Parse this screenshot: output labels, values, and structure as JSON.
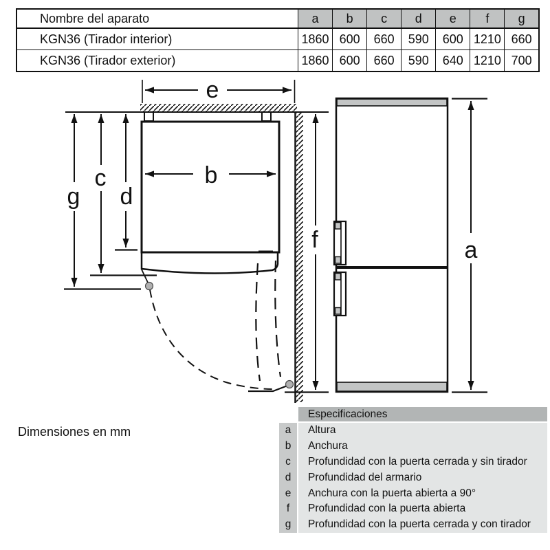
{
  "table": {
    "name_header": "Nombre del aparato",
    "dim_headers": [
      "a",
      "b",
      "c",
      "d",
      "e",
      "f",
      "g"
    ],
    "rows": [
      {
        "name": "KGN36 (Tirador interior)",
        "values": [
          "1860",
          "600",
          "660",
          "590",
          "600",
          "1210",
          "660"
        ]
      },
      {
        "name": "KGN36 (Tirador exterior)",
        "values": [
          "1860",
          "600",
          "660",
          "590",
          "640",
          "1210",
          "700"
        ]
      }
    ]
  },
  "diagram": {
    "labels": {
      "a": "a",
      "b": "b",
      "c": "c",
      "d": "d",
      "e": "e",
      "f": "f",
      "g": "g"
    }
  },
  "footnote": "Dimensiones en mm",
  "legend": {
    "header": "Especificaciones",
    "items": [
      {
        "key": "a",
        "text": "Altura"
      },
      {
        "key": "b",
        "text": "Anchura"
      },
      {
        "key": "c",
        "text": "Profundidad con la puerta cerrada y sin tirador"
      },
      {
        "key": "d",
        "text": "Profundidad del armario"
      },
      {
        "key": "e",
        "text": "Anchura con la puerta abierta a 90°"
      },
      {
        "key": "f",
        "text": "Profundidad con la puerta abierta"
      },
      {
        "key": "g",
        "text": "Profundidad con la puerta cerrada y con tirador"
      }
    ]
  },
  "colors": {
    "line": "#111111",
    "table_header_bg": "#c0c2c2",
    "legend_header_bg": "#b2b5b5",
    "legend_key_bg": "#c8caca",
    "legend_row_bg": "#e3e5e5",
    "fridge_accent": "#c3c5c5"
  }
}
